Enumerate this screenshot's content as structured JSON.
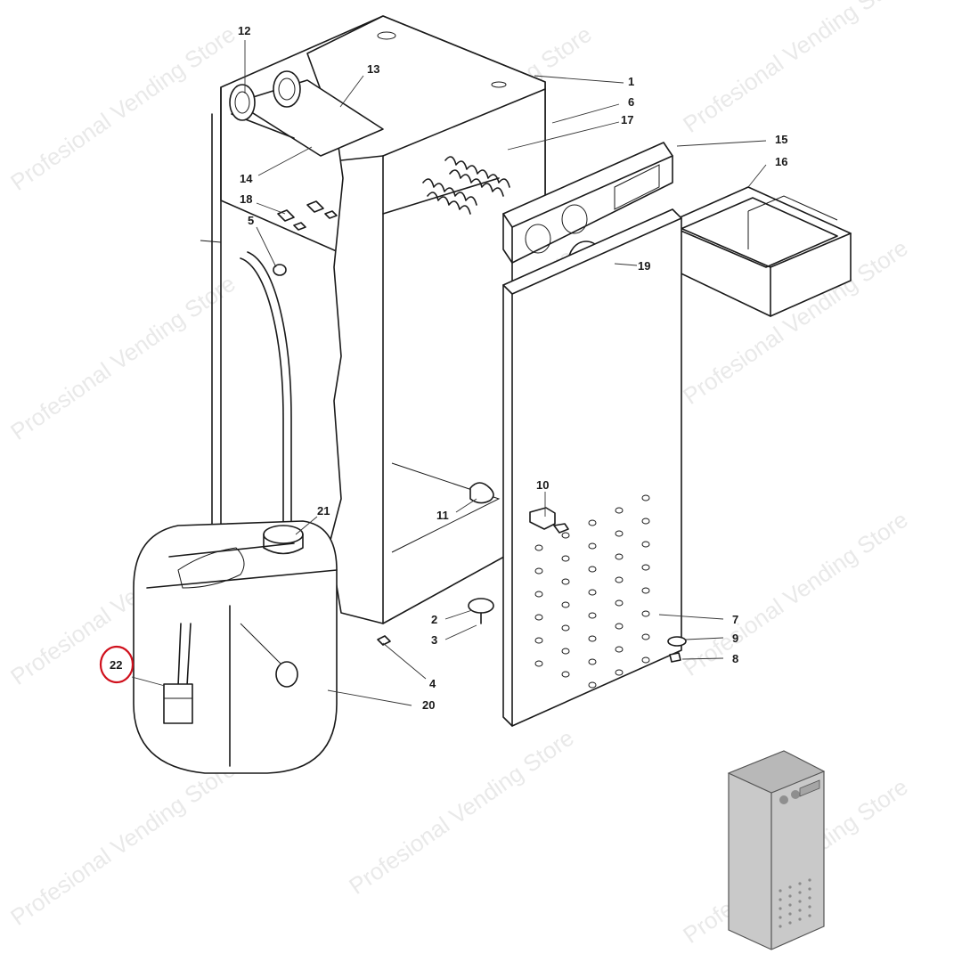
{
  "watermark": "Profesional Vending Store",
  "callouts": [
    "1",
    "2",
    "3",
    "4",
    "5",
    "6",
    "7",
    "8",
    "9",
    "10",
    "11",
    "12",
    "13",
    "14",
    "15",
    "16",
    "17",
    "18",
    "19",
    "20",
    "21",
    "22"
  ],
  "highlighted_callout": "22",
  "colors": {
    "line": "#1a1a1a",
    "highlight": "#d0101c",
    "watermark": "#d8d8d8",
    "thumbnail": "#c9c9c9"
  }
}
